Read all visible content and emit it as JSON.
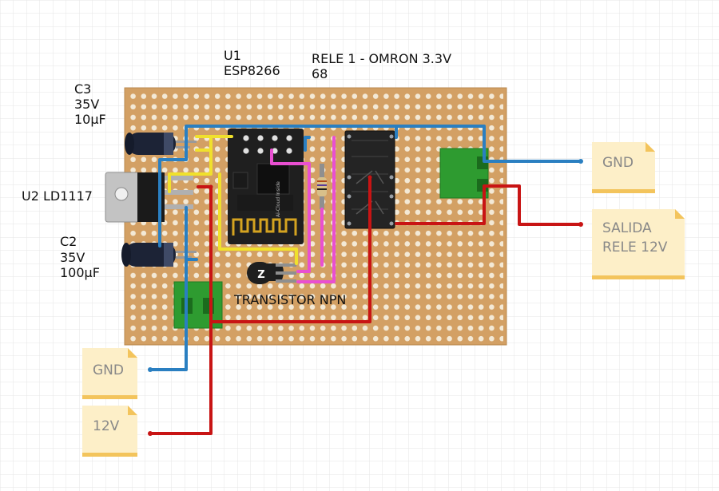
{
  "labels": {
    "u1_ref": "U1",
    "u1_name": "ESP8266",
    "relay_line1": "RELE 1 - OMRON 3.3V",
    "relay_line2": "68",
    "c3_ref": "C3",
    "c3_voltage": "35V",
    "c3_value": "10µF",
    "u2": "U2 LD1117",
    "c2_ref": "C2",
    "c2_voltage": "35V",
    "c2_value": "100µF",
    "transistor": "TRANSISTOR NPN"
  },
  "notes": {
    "gnd_left": "GND",
    "v12": "12V",
    "gnd_right": "GND",
    "salida_line1": "SALIDA",
    "salida_line2": "RELE 12V"
  },
  "components": {
    "esp_silkscreen": "Ai-Cloud Inside",
    "transistor_mark": "Z"
  },
  "colors": {
    "board": "#d3a064",
    "board_border": "#b98a50",
    "hole": "#f3e9d6",
    "wire_blue": "#2a7fc1",
    "wire_red": "#c81414",
    "wire_yellow": "#f0e12c",
    "wire_pink": "#e94fd1",
    "terminal_green": "#2e9b30",
    "note_bg": "#fdefc8",
    "note_fold": "#f3c45c",
    "grid": "#e6e6e6"
  }
}
